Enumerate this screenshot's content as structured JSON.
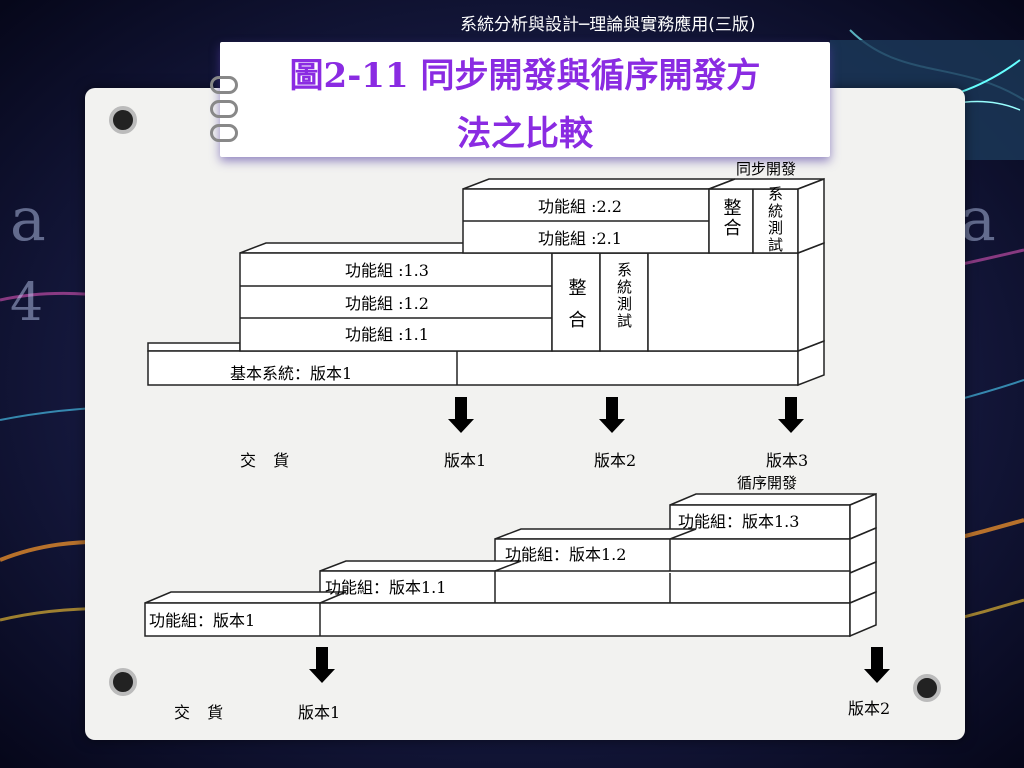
{
  "header": {
    "course_title": "系統分析與設計─理論與實務應用(三版)"
  },
  "title": {
    "line1": "圖2-11 同步開發與循序開發方",
    "line2": "法之比較"
  },
  "concurrent": {
    "section_label": "同步開發",
    "base": "基本系統：版本1",
    "group1": [
      "功能組 :1.3",
      "功能組 :1.2",
      "功能組 :1.1"
    ],
    "group2": [
      "功能組 :2.2",
      "功能組 :2.1"
    ],
    "integrate_label": "整合",
    "test_label": "系統測試",
    "delivery_label": "交 貨",
    "releases": [
      "版本1",
      "版本2",
      "版本3"
    ]
  },
  "sequential": {
    "section_label": "循序開發",
    "steps": [
      "功能組：版本1",
      "功能組：版本1.1",
      "功能組：版本1.2",
      "功能組：版本1.3"
    ],
    "delivery_label": "交 貨",
    "releases": [
      "版本1",
      "版本2"
    ]
  },
  "colors": {
    "title": "#8a2be2",
    "panel": "#f2f2f0",
    "box_stroke": "#222222"
  }
}
